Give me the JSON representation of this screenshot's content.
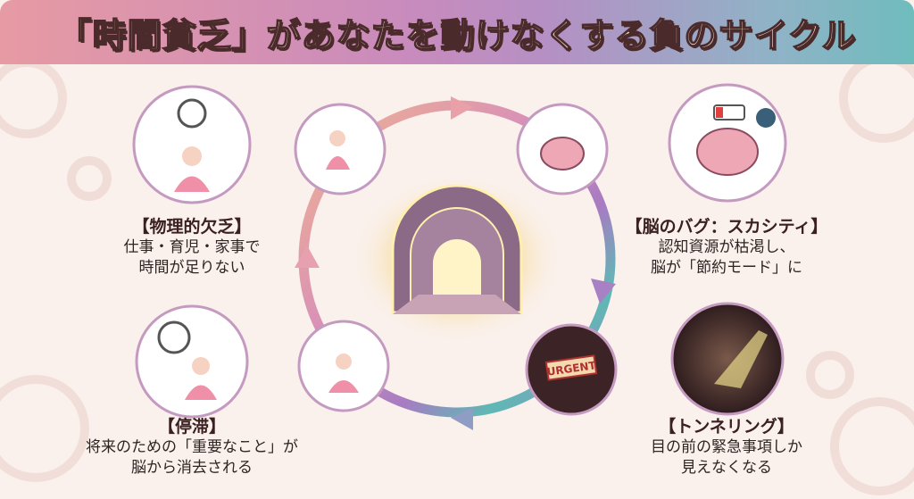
{
  "title": {
    "bracketed": "「時間貧乏」",
    "rest": "があなたを動けなくする負のサイクル"
  },
  "stages": [
    {
      "heading": "【物理的欠乏】",
      "lines": [
        "仕事・育児・家事で",
        "時間が足りない"
      ]
    },
    {
      "heading": "【脳のバグ：スカシティ】",
      "lines": [
        "認知資源が枯渇し、",
        "脳が「節約モード」に"
      ]
    },
    {
      "heading": "【トンネリング】",
      "lines": [
        "目の前の緊急事項しか",
        "見えなくなる"
      ]
    },
    {
      "heading": "【停滞】",
      "lines": [
        "将来のための「重要なこと」が",
        "脳から消去される"
      ]
    }
  ],
  "urgent_sign": "URGENT",
  "colors": {
    "ring_pink": "#e9a3a8",
    "ring_purple": "#b07cc0",
    "ring_teal": "#5fb8b5",
    "tunnel_glow": "#ffe9a8"
  }
}
